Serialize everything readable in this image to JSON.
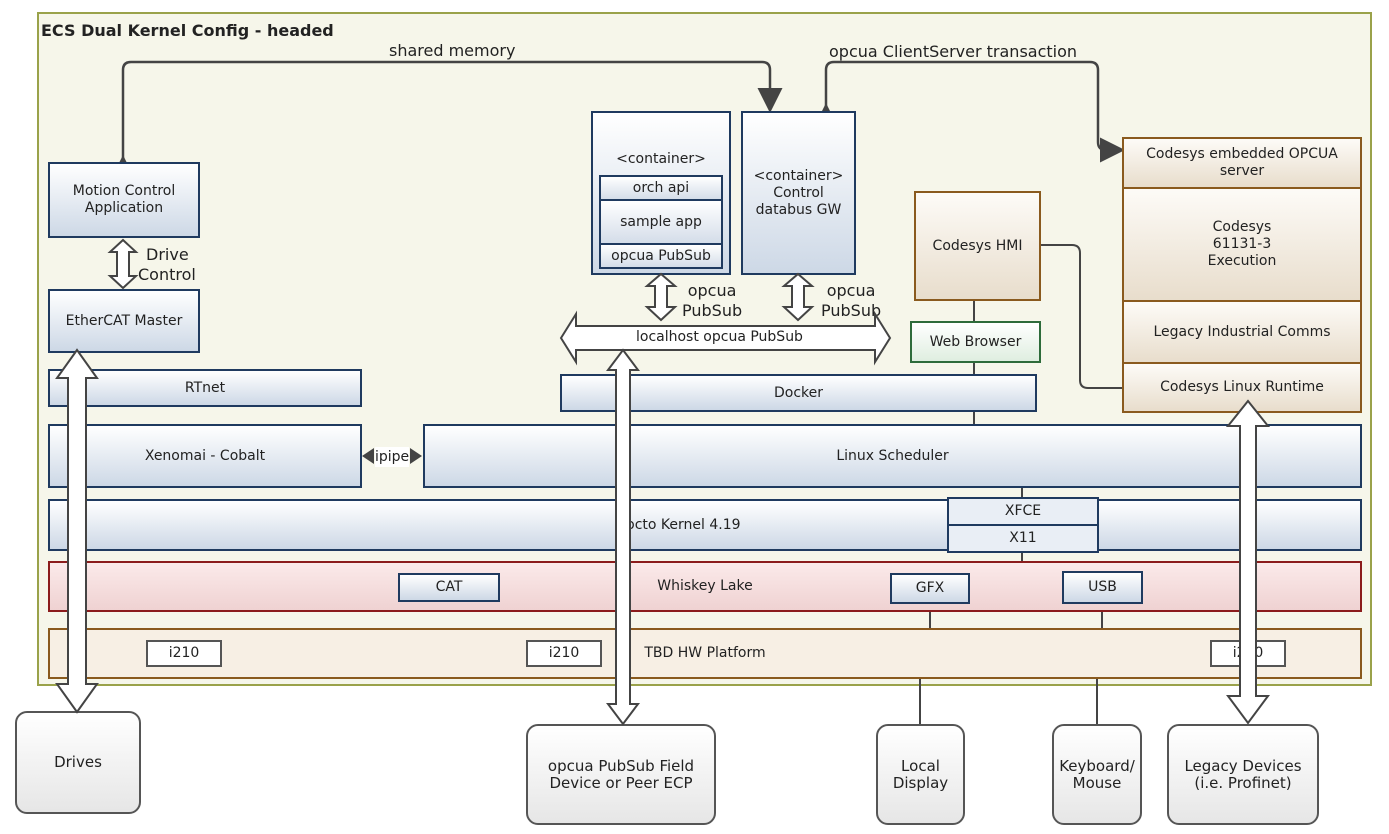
{
  "title": "ECS Dual Kernel Config - headed",
  "labels": {
    "shared_memory": "shared memory",
    "opcua_clientserver": "opcua ClientServer transaction",
    "drive_control_1": "Drive",
    "drive_control_2": "Control",
    "opcua_pubsub_1a": "opcua",
    "opcua_pubsub_1b": "PubSub",
    "opcua_pubsub_2a": "opcua",
    "opcua_pubsub_2b": "PubSub",
    "localhost_pubsub": "localhost opcua PubSub",
    "ipipe": "ipipe"
  },
  "boxes": {
    "motion_control": "Motion Control Application",
    "ethercat_master": "EtherCAT Master",
    "rtnet": "RTnet",
    "xenomai": "Xenomai - Cobalt",
    "container1_label": "<container>",
    "orch_api": "orch api",
    "sample_app": "sample app",
    "opcua_pubsub_box": "opcua PubSub",
    "container2_line1": "<container>",
    "container2_line2": "Control",
    "container2_line3": "databus GW",
    "docker": "Docker",
    "linux_scheduler": "Linux Scheduler",
    "codesys_hmi": "Codesys HMI",
    "web_browser": "Web Browser",
    "codesys_opcua_1": "Codesys embedded OPCUA",
    "codesys_opcua_2": "server",
    "codesys_exec_1": "Codesys",
    "codesys_exec_2": "61131-3",
    "codesys_exec_3": "Execution",
    "legacy_comms": "Legacy Industrial Comms",
    "codesys_runtime": "Codesys Linux Runtime",
    "yocto_kernel": "Yocto Kernel 4.19",
    "xfce": "XFCE",
    "x11": "X11",
    "whiskey_lake": "Whiskey Lake",
    "cat": "CAT",
    "gfx": "GFX",
    "usb": "USB",
    "tbd_platform": "TBD HW Platform",
    "i210_a": "i210",
    "i210_b": "i210",
    "i210_c": "i210"
  },
  "external": {
    "drives": "Drives",
    "field_device_1": "opcua PubSub Field",
    "field_device_2": "Device or Peer ECP",
    "local_display_1": "Local",
    "local_display_2": "Display",
    "keyboard_1": "Keyboard/",
    "keyboard_2": "Mouse",
    "legacy_devices_1": "Legacy Devices",
    "legacy_devices_2": "(i.e. Profinet)"
  },
  "colors": {
    "frame_border": "#9aa24a",
    "frame_fill": "#f6f6ea",
    "blue_border": "#1f3a5f",
    "orange_border": "#8a5a1e",
    "red_border": "#8b1c1c",
    "green_border": "#2e6b3a",
    "connector": "#444444"
  }
}
